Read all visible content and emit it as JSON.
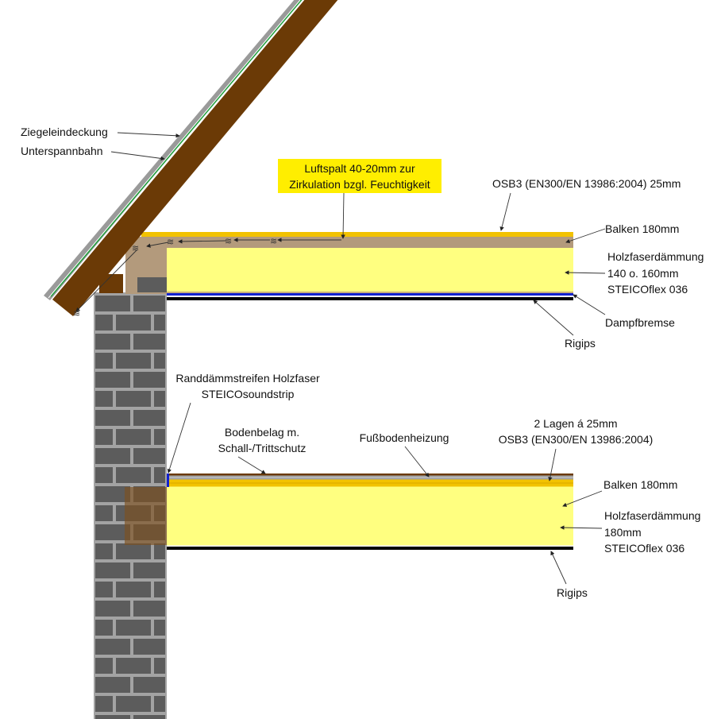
{
  "labels": {
    "ziegel": "Ziegeleindeckung",
    "unterspann": "Unterspannbahn",
    "luftspalt_1": "Luftspalt 40-20mm zur",
    "luftspalt_2": "Zirkulation bzgl. Feuchtigkeit",
    "osb_top": "OSB3 (EN300/EN 13986:2004) 25mm",
    "balken_top": "Balken 180mm",
    "daemm_top_1": "Holzfaserdämmung",
    "daemm_top_2": "140 o. 160mm",
    "daemm_top_3": "STEICOflex 036",
    "dampf": "Dampfbremse",
    "rigips_top": "Rigips",
    "rand_1": "Randdämmstreifen Holzfaser",
    "rand_2": "STEICOsoundstrip",
    "boden_1": "Bodenbelag m.",
    "boden_2": "Schall-/Trittschutz",
    "fbh": "Fußbodenheizung",
    "osb_bot_1": "2 Lagen á 25mm",
    "osb_bot_2": "OSB3 (EN300/EN 13986:2004)",
    "balken_bot": "Balken 180mm",
    "daemm_bot_1": "Holzfaserdämmung",
    "daemm_bot_2": "180mm",
    "daemm_bot_3": "STEICOflex 036",
    "rigips_bot": "Rigips"
  },
  "colors": {
    "rafter": "#6b3a06",
    "beam": "#b39a7c",
    "insulation": "#ffff80",
    "osb": "#f2c200",
    "brick": "#5c5c5c",
    "mortar": "#a3a3a3",
    "highlight": "#ffee00",
    "membrane": "#1020d0"
  },
  "icons": {
    "airflow": "wind-icon"
  }
}
